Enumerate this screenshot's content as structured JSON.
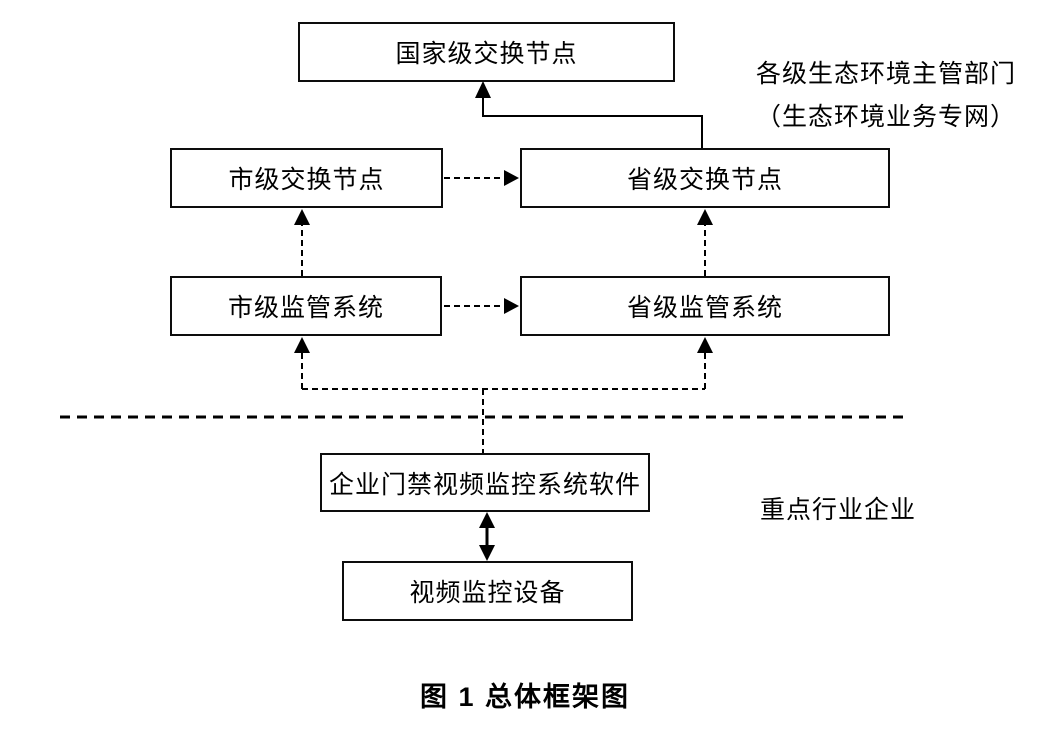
{
  "figure": {
    "caption": "图 1 总体框架图",
    "nodes": {
      "national_exchange": {
        "label": "国家级交换节点"
      },
      "city_exchange": {
        "label": "市级交换节点"
      },
      "provincial_exchange": {
        "label": "省级交换节点"
      },
      "city_supervision": {
        "label": "市级监管系统"
      },
      "provincial_supervision": {
        "label": "省级监管系统"
      },
      "enterprise_software": {
        "label": "企业门禁视频监控系统软件"
      },
      "video_device": {
        "label": "视频监控设备"
      }
    },
    "zone_labels": {
      "government_line1": "各级生态环境主管部门",
      "government_line2": "（生态环境业务专网）",
      "enterprise": "重点行业企业"
    },
    "edges": [
      {
        "from": "provincial_exchange",
        "to": "national_exchange",
        "style": "solid",
        "arrow": "up"
      },
      {
        "from": "city_exchange",
        "to": "provincial_exchange",
        "style": "dashed",
        "arrow": "right"
      },
      {
        "from": "city_supervision",
        "to": "city_exchange",
        "style": "dashed",
        "arrow": "up"
      },
      {
        "from": "provincial_supervision",
        "to": "provincial_exchange",
        "style": "dashed",
        "arrow": "up"
      },
      {
        "from": "city_supervision",
        "to": "provincial_supervision",
        "style": "dashed",
        "arrow": "right"
      },
      {
        "from": "enterprise_software",
        "to": "city_supervision",
        "style": "dashed",
        "arrow": "up"
      },
      {
        "from": "enterprise_software",
        "to": "provincial_supervision",
        "style": "dashed",
        "arrow": "up"
      },
      {
        "from": "enterprise_software",
        "to": "video_device",
        "style": "solid",
        "arrow": "both"
      }
    ],
    "zone_divider_style": "dashed",
    "colors": {
      "line": "#000000",
      "box_border": "#0d0d0d",
      "background": "#ffffff",
      "text": "#000000"
    }
  }
}
